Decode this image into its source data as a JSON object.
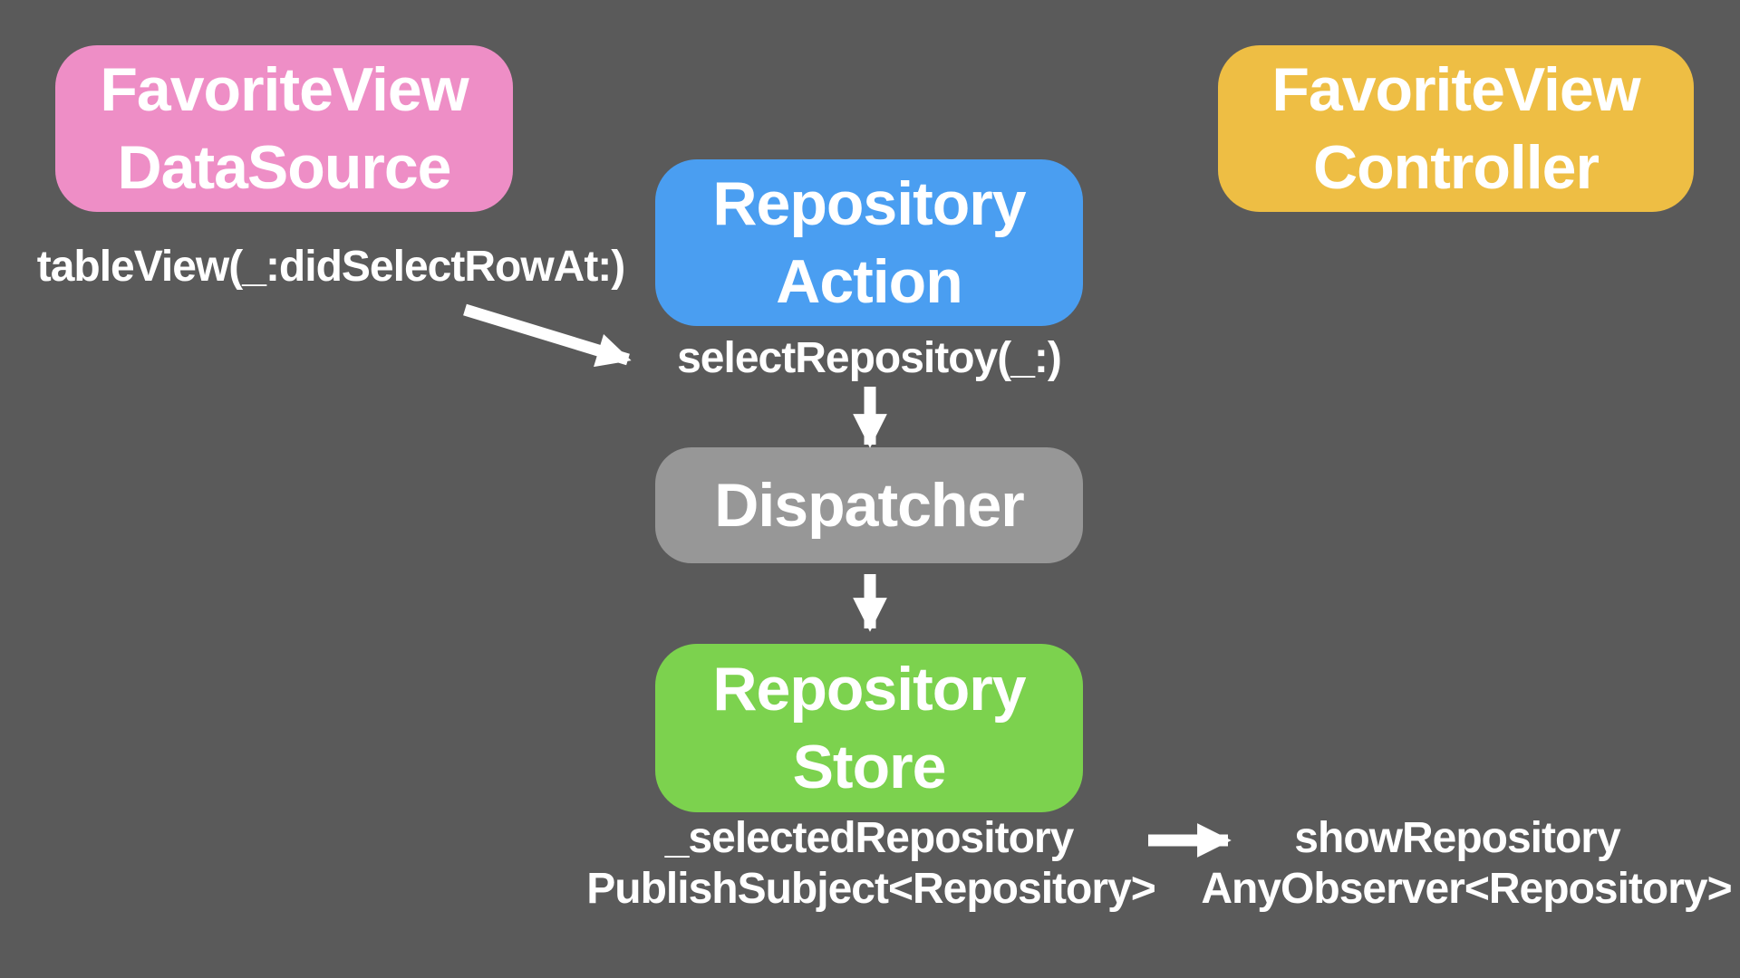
{
  "canvas": {
    "background_color": "#5A5A5A",
    "text_color": "#FFFFFF",
    "arrow_color": "#FFFFFF"
  },
  "nodes": {
    "data_source": {
      "label": "FavoriteView\nDataSource",
      "color": "#EE8EC6"
    },
    "controller": {
      "label": "FavoriteView\nController",
      "color": "#EEBE44"
    },
    "action": {
      "label": "Repository\nAction",
      "color": "#4A9EF1"
    },
    "dispatcher": {
      "label": "Dispatcher",
      "color": "#979797"
    },
    "store": {
      "label": "Repository\nStore",
      "color": "#7CD24E"
    }
  },
  "annotations": {
    "table_view_did_select_row": "tableView(_:didSelectRowAt:)",
    "select_repository": "selectRepositoy(_:)",
    "selected_repository": "_selectedRepository",
    "publish_subject": "PublishSubject<Repository>",
    "show_repository": "showRepository",
    "any_observer": "AnyObserver<Repository>"
  }
}
